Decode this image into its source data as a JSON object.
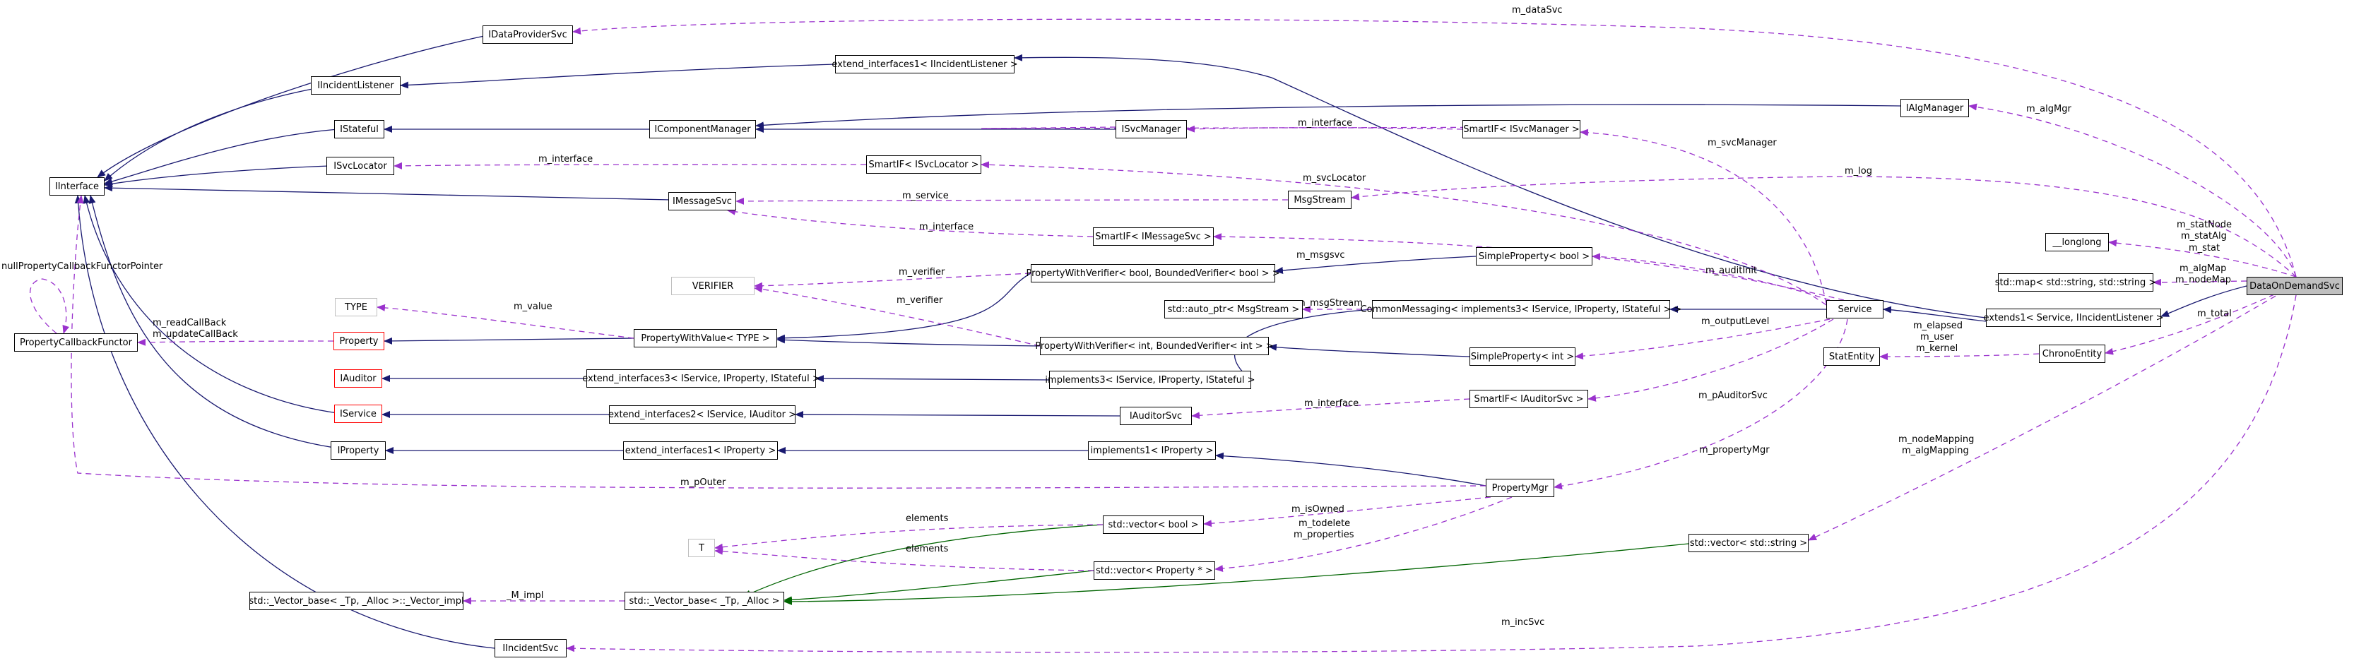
{
  "diagram": {
    "nodes": {
      "IDataProviderSvc": "IDataProviderSvc",
      "IIncidentListener": "IIncidentListener",
      "IStateful": "IStateful",
      "ISvcLocator": "ISvcLocator",
      "IInterface": "IInterface",
      "IMessageSvc": "IMessageSvc",
      "IComponentManager": "IComponentManager",
      "ext_iil": "extend_interfaces1< IIncidentListener >",
      "ISvcManager": "ISvcManager",
      "SmartIF_ISvcManager": "SmartIF< ISvcManager >",
      "IAlgManager": "IAlgManager",
      "SmartIF_ISvcLocator": "SmartIF< ISvcLocator >",
      "MsgStream": "MsgStream",
      "SmartIF_IMessageSvc": "SmartIF< IMessageSvc >",
      "longlong": "__longlong",
      "SimpleProperty_bool": "SimpleProperty< bool >",
      "TYPE": "TYPE",
      "VERIFIER": "VERIFIER",
      "PWV_bool": "PropertyWithVerifier< bool, BoundedVerifier< bool > >",
      "std_map": "std::map< std::string, std::string >",
      "DataOnDemandSvc": "DataOnDemandSvc",
      "nullPCF_label": "nullPropertyCallbackFunctorPointer",
      "PropertyCallbackFunctor": "PropertyCallbackFunctor",
      "Property": "Property",
      "PWValue_TYPE": "PropertyWithValue< TYPE >",
      "auto_ptr_MsgStream": "std::auto_ptr< MsgStream >",
      "CommonMessaging": "CommonMessaging< implements3< IService, IProperty, IStateful > >",
      "Service": "Service",
      "extends1": "extends1< Service, IIncidentListener >",
      "PWV_int": "PropertyWithVerifier< int, BoundedVerifier< int > >",
      "SimpleProperty_int": "SimpleProperty< int >",
      "StatEntity": "StatEntity",
      "ChronoEntity": "ChronoEntity",
      "IAuditor": "IAuditor",
      "ext_if3": "extend_interfaces3< IService, IProperty, IStateful >",
      "implements3": "implements3< IService, IProperty, IStateful >",
      "IService": "IService",
      "ext_if2": "extend_interfaces2< IService, IAuditor >",
      "IAuditorSvc": "IAuditorSvc",
      "SmartIF_IAuditorSvc": "SmartIF< IAuditorSvc >",
      "IProperty": "IProperty",
      "ext_if1_IProperty": "extend_interfaces1< IProperty >",
      "implements1_IProperty": "implements1< IProperty >",
      "PropertyMgr": "PropertyMgr",
      "vector_bool": "std::vector< bool >",
      "T": "T",
      "vector_Property": "std::vector< Property * >",
      "vector_string": "std::vector< std::string >",
      "Vector_impl": "std::_Vector_base< _Tp, _Alloc >::_Vector_impl",
      "Vector_base": "std::_Vector_base< _Tp, _Alloc >",
      "IIncidentSvc": "IIncidentSvc"
    },
    "edge_labels": {
      "m_dataSvc": "m_dataSvc",
      "m_algMgr": "m_algMgr",
      "m_interface_svcmgr": "m_interface",
      "m_svcManager": "m_svcManager",
      "m_interface_svcloc": "m_interface",
      "m_svcLocator": "m_svcLocator",
      "m_log": "m_log",
      "m_service": "m_service",
      "m_interface_msg": "m_interface",
      "m_statNode": "m_statNode",
      "m_statAlg": "m_statAlg",
      "m_stat": "m_stat",
      "m_msgsvc": "m_msgsvc",
      "m_verifier_1": "m_verifier",
      "m_auditInit": "m_auditInit",
      "m_algMap": "m_algMap",
      "m_nodeMap": "m_nodeMap",
      "m_value": "m_value",
      "m_verifier_2": "m_verifier",
      "m_msgStream": "m_msgStream",
      "m_readCallBack": "m_readCallBack",
      "m_updateCallBack": "m_updateCallBack",
      "m_elapsed": "m_elapsed",
      "m_user": "m_user",
      "m_kernel": "m_kernel",
      "m_total": "m_total",
      "m_outputLevel": "m_outputLevel",
      "m_pAuditorSvc": "m_pAuditorSvc",
      "m_interface_aud": "m_interface",
      "m_propertyMgr": "m_propertyMgr",
      "m_nodeMapping": "m_nodeMapping",
      "m_algMapping": "m_algMapping",
      "m_pOuter": "m_pOuter",
      "m_isOwned": "m_isOwned",
      "elements_1": "elements",
      "m_todelete": "m_todelete",
      "m_properties": "m_properties",
      "elements_2": "elements",
      "M_impl": "_M_impl",
      "m_incSvc": "m_incSvc"
    },
    "colors": {
      "inheritance": "#191970",
      "usage": "#9a32cd",
      "template": "#006400",
      "focus_fill": "#bfbfbf",
      "red_border": "#ff0000",
      "grey_border": "#bfbfbf"
    }
  }
}
